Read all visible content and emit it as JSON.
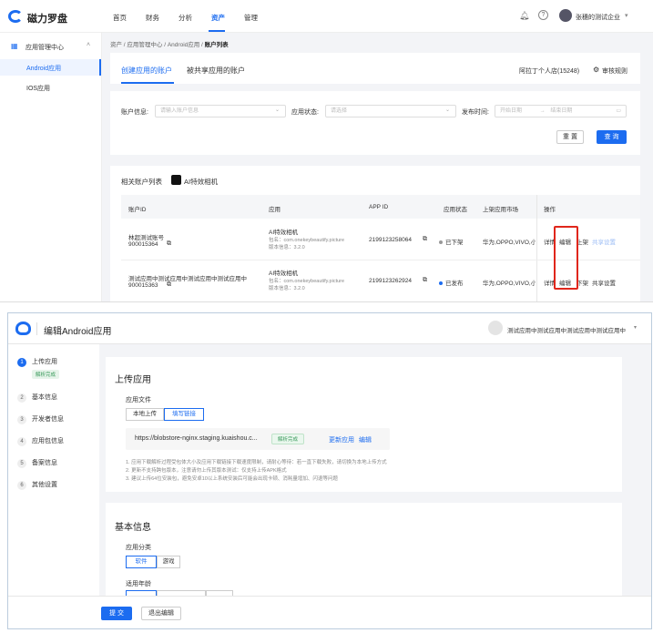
{
  "top": {
    "brand": "磁力罗盘",
    "nav": [
      "首页",
      "财务",
      "分析",
      "资产",
      "管理"
    ],
    "active_nav": "资产",
    "user": "张穗的测试企业",
    "sidebar": {
      "group": "应用管理中心",
      "items": [
        "Android应用",
        "IOS应用"
      ]
    },
    "breadcrumb": [
      "资产",
      "应用管理中心",
      "Android应用",
      "账户列表"
    ],
    "tabs": [
      "创建应用的账户",
      "被共享应用的账户"
    ],
    "account_info": "阿拉丁个人店(15248)",
    "audit_rules": "审核规则",
    "filters": {
      "account_label": "账户信息:",
      "account_placeholder": "请输入账户信息",
      "status_label": "应用状态:",
      "status_placeholder": "请选择",
      "time_label": "发布时间:",
      "start_placeholder": "开始日期",
      "end_placeholder": "结束日期",
      "reset": "重 置",
      "search": "查 询"
    },
    "related_label": "相关账户列表",
    "related_app": "AI特效相机",
    "columns": [
      "账户ID",
      "应用",
      "APP ID",
      "应用状态",
      "上架应用市场",
      "操作"
    ],
    "rows": [
      {
        "name": "林超测试账号",
        "id": "900015364",
        "app": "AI特效相机",
        "pkg": "包名：com.onekeybeautify.picture",
        "ver": "版本信息：3.2.0",
        "appid": "2199123258064",
        "status": "已下架",
        "status_color": "#999999",
        "market": "华为,OPPO,VIVO,小",
        "actions": [
          "详情",
          "编辑",
          "上架",
          "共享设置"
        ]
      },
      {
        "name": "测试应用中测试应用中测试应用中测试应用中",
        "id": "900015363",
        "app": "AI特效相机",
        "pkg": "包名：com.onekeybeautify.picture",
        "ver": "版本信息：3.2.0",
        "appid": "2199123262924",
        "status": "已发布",
        "status_color": "#1c6cf0",
        "market": "华为,OPPO,VIVO,小",
        "actions": [
          "详情",
          "编辑",
          "下架",
          "共享设置"
        ]
      }
    ]
  },
  "bottom": {
    "title": "编辑Android应用",
    "user": "测试应用中测试应用中测试应用中测试应用中",
    "steps": [
      {
        "label": "上传应用",
        "badge": "解析完成"
      },
      {
        "label": "基本信息"
      },
      {
        "label": "开发者信息"
      },
      {
        "label": "应用包信息"
      },
      {
        "label": "备案信息"
      },
      {
        "label": "其他设置"
      }
    ],
    "upload": {
      "title": "上传应用",
      "file_label": "应用文件",
      "modes": [
        "本地上传",
        "填写链接"
      ],
      "url": "https://blobstore-nginx.staging.kuaishou.c...",
      "parse_badge": "解析完成",
      "update": "更新应用",
      "edit": "编辑",
      "notes": [
        "1. 应用下载解析过程受包体大小及应用下载链接下载速度限制，请耐心等待：若一直下载失败，请切换为本地上传方式",
        "2. 更新不支持跨包版本，注意请勿上传其版本测试：仅支持上传APK格式",
        "3. 建议上传64位安装包，避免安卓10以上系统安装后可能会出现卡顿、消耗量增加、闪退等问题"
      ]
    },
    "basic": {
      "title": "基本信息",
      "category_label": "应用分类",
      "categories": [
        "软件",
        "游戏"
      ],
      "age_label": "适用年龄"
    },
    "footer": {
      "submit": "提 交",
      "exit": "退出编辑"
    }
  },
  "colors": {
    "accent": "#1c6cf0",
    "highlight": "#e0261b"
  }
}
